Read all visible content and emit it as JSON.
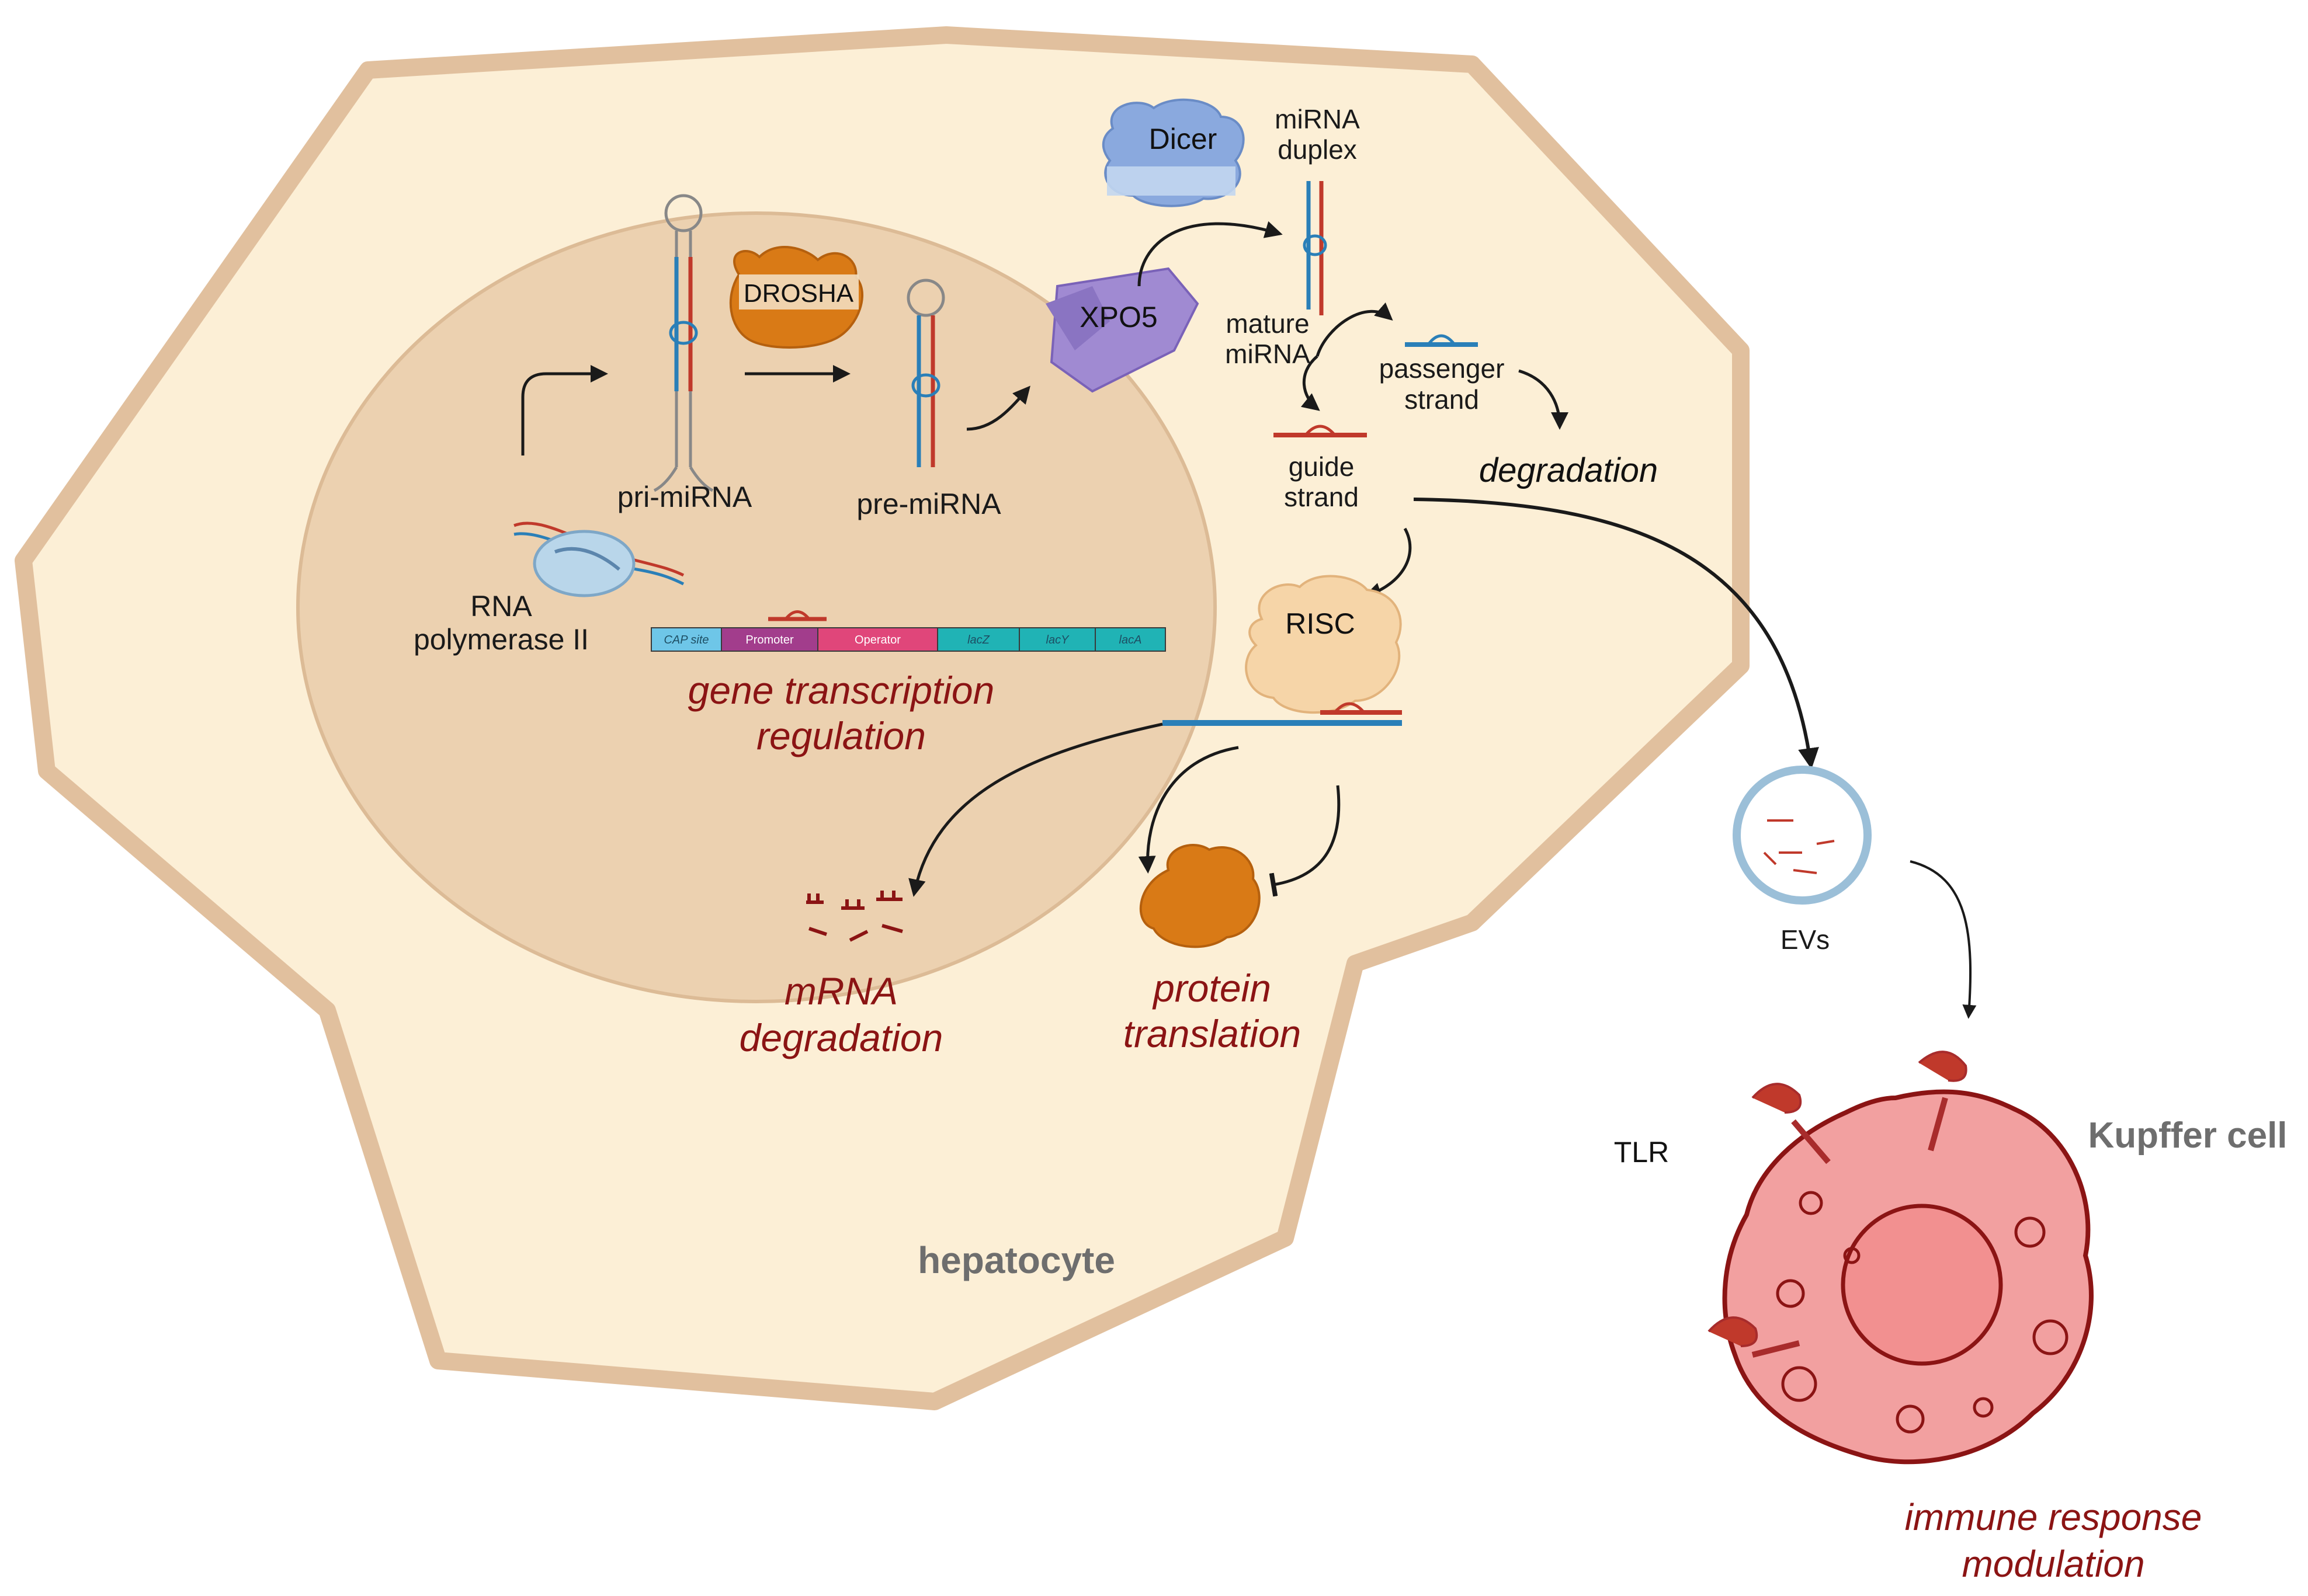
{
  "labels": {
    "rna_polymerase": [
      "RNA",
      "polymerase II"
    ],
    "pri_mirna": "pri-miRNA",
    "drosha": "DROSHA",
    "pre_mirna": "pre-miRNA",
    "xpo5": "XPO5",
    "dicer": "Dicer",
    "mirna_duplex": [
      "miRNA",
      "duplex"
    ],
    "mature_mirna": [
      "mature",
      "miRNA"
    ],
    "passenger_strand": [
      "passenger",
      "strand"
    ],
    "guide_strand": [
      "guide",
      "strand"
    ],
    "degradation": "degradation",
    "risc": "RISC",
    "gene_transcription": [
      "gene transcription",
      "regulation"
    ],
    "mrna_degradation": [
      "mRNA",
      "degradation"
    ],
    "protein_translation": [
      "protein",
      "translation"
    ],
    "evs": "EVs",
    "tlr": "TLR",
    "kupffer_cell": "Kupffer cell",
    "hepatocyte": "hepatocyte",
    "immune_response": [
      "immune response",
      "modulation"
    ]
  },
  "operon": {
    "segments": [
      "CAP site",
      "Promoter",
      "Operator",
      "lacZ",
      "lacY",
      "lacA"
    ],
    "colors": [
      "#6ec6e8",
      "#a23d8c",
      "#e0467a",
      "#20b3b5",
      "#20b3b5",
      "#20b3b5"
    ]
  },
  "colors": {
    "cell_fill": "#fcefd6",
    "cell_outline": "#e1c09e",
    "nucleus_fill": "#ecd1b0",
    "accent_red": "#8b1414",
    "kupffer_fill": "#f2a0a0"
  }
}
